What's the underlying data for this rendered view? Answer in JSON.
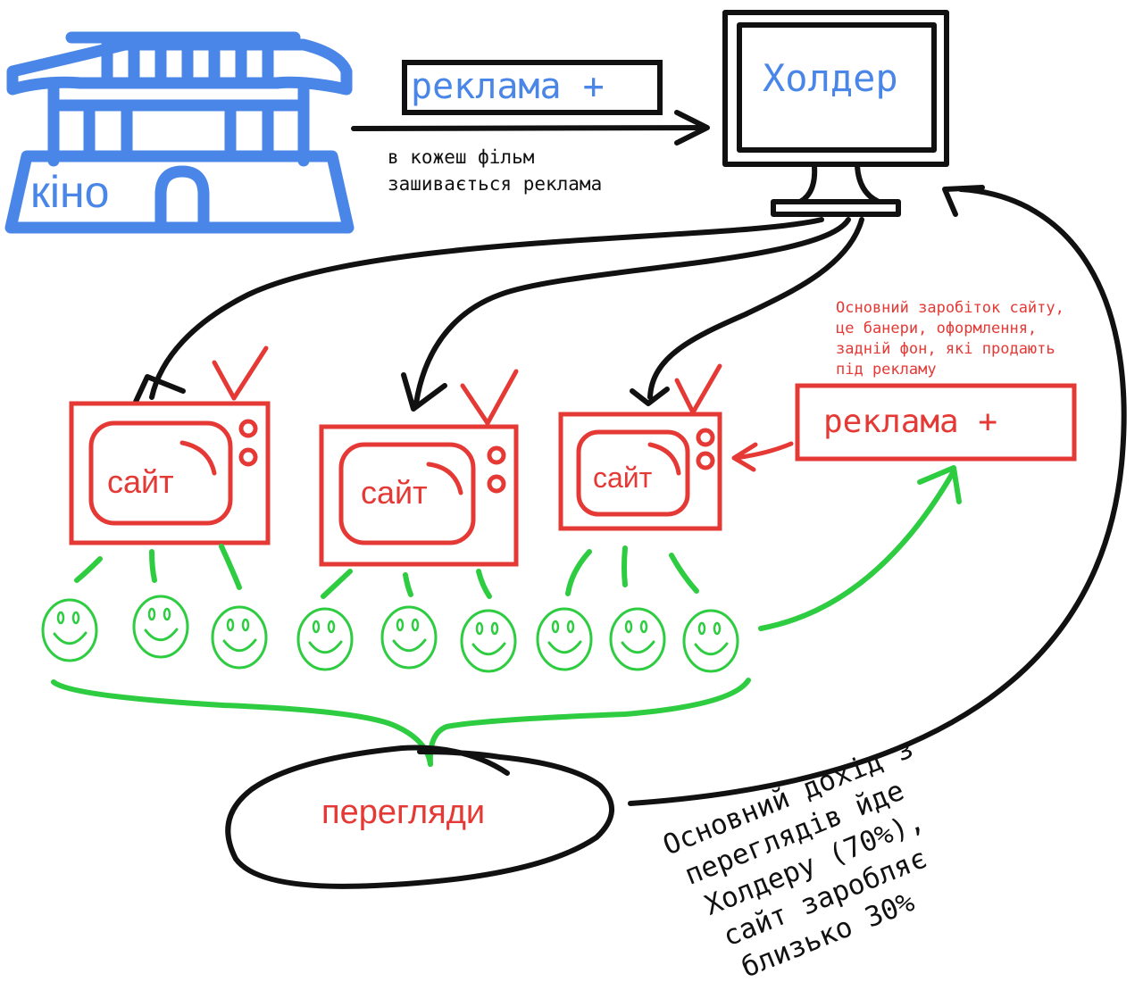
{
  "colors": {
    "blue": "#4a86e8",
    "red": "#e53935",
    "green": "#2ecc40",
    "black": "#111111"
  },
  "cinema": {
    "label": "кіно",
    "icon": "cinema-building-icon"
  },
  "holder": {
    "label": "Холдер",
    "icon": "desktop-monitor-icon"
  },
  "top_ad": {
    "label": "реклама +"
  },
  "top_note": {
    "line1": "в кожеш фільм",
    "line2": "зашивається реклама"
  },
  "sites": [
    {
      "label": "сайт",
      "icon": "tv-icon"
    },
    {
      "label": "сайт",
      "icon": "tv-icon"
    },
    {
      "label": "сайт",
      "icon": "tv-icon"
    }
  ],
  "site_note": {
    "lines": [
      "Основний заробіток сайту,",
      "це банери, оформлення,",
      "задній фон, які продають",
      "під рекламу"
    ]
  },
  "site_ad": {
    "label": "реклама +"
  },
  "viewers_icon": "smiley-face-icon",
  "views": {
    "label": "перегляди"
  },
  "revenue_note": {
    "lines": [
      "Основний дохід з",
      "переглядів йде",
      "Холдеру (70%),",
      "сайт заробляє",
      "близько 30%"
    ]
  }
}
